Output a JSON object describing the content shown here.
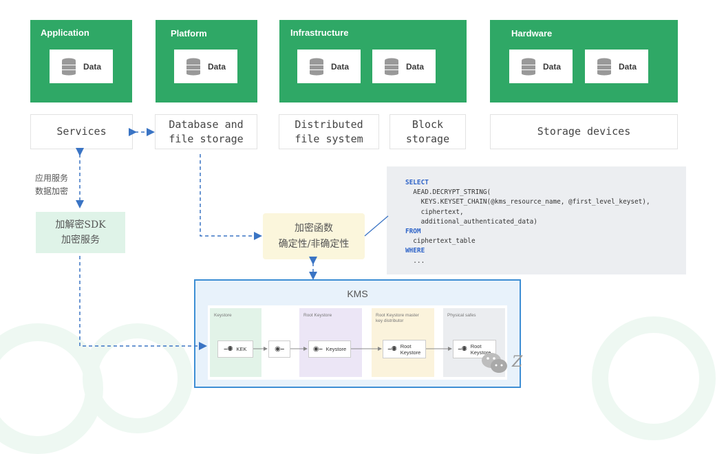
{
  "top_groups": [
    {
      "title": "Application",
      "cards": [
        "Data"
      ]
    },
    {
      "title": "Platform",
      "cards": [
        "Data"
      ]
    },
    {
      "title": "Infrastructure",
      "cards": [
        "Data",
        "Data"
      ]
    },
    {
      "title": "Hardware",
      "cards": [
        "Data",
        "Data"
      ]
    }
  ],
  "service_boxes": [
    {
      "label": "Services"
    },
    {
      "label": "Database and\nfile storage"
    },
    {
      "label": "Distributed\nfile system"
    },
    {
      "label": "Block\nstorage"
    },
    {
      "label": "Storage devices"
    }
  ],
  "app_encryption_label": "应用服务\n数据加密",
  "sdk_box": "加解密SDK\n加密服务",
  "encryption_fn_box": "加密函数\n确定性/非确定性",
  "sql": {
    "select_kw": "SELECT",
    "line1": "  AEAD.DECRYPT_STRING(",
    "line2": "    KEYS.KEYSET_CHAIN(@kms_resource_name, @first_level_keyset),",
    "line3": "    ciphertext,",
    "line4": "    additional_authenticated_data)",
    "from_kw": "FROM",
    "line5": "  ciphertext_table",
    "where_kw": "WHERE",
    "line6": "  ..."
  },
  "kms": {
    "title": "KMS",
    "zones": [
      {
        "label": "Keystore"
      },
      {
        "label": ""
      },
      {
        "label": "Root Keystore"
      },
      {
        "label": "Root Keystore master\nkey distributor"
      },
      {
        "label": "Physical safes"
      }
    ],
    "cards": [
      {
        "label": "KEK"
      },
      {
        "label": ""
      },
      {
        "label": "Keystore"
      },
      {
        "label": "Root\nKeystore"
      },
      {
        "label": "Root\nKeystore"
      }
    ]
  },
  "watermark_text": "Z",
  "colors": {
    "green": "#2fa866",
    "arrow_blue": "#3a74c4",
    "sdk_bg": "#dff3e8",
    "fn_bg": "#fbf6dc",
    "kms_border": "#3d8ed4"
  },
  "icons": [
    "database-icon",
    "key-icon",
    "wechat-icon"
  ]
}
